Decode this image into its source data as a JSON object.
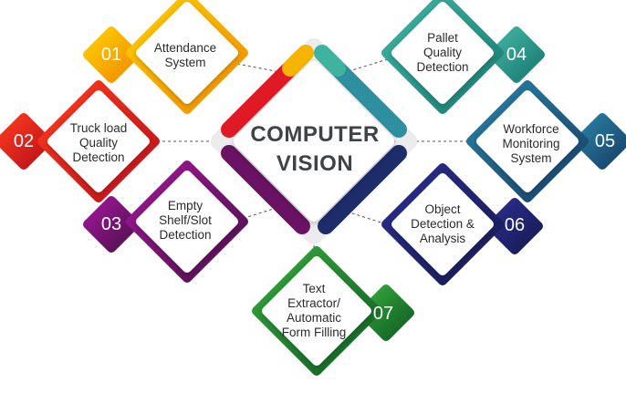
{
  "title_lines": [
    "COMPUTER",
    "VISION"
  ],
  "nodes": [
    {
      "number": "01",
      "lines": [
        "Attendance",
        "System"
      ],
      "color_light": "#ffd000",
      "color_dark": "#f08a00"
    },
    {
      "number": "02",
      "lines": [
        "Truck load",
        "Quality",
        "Detection"
      ],
      "color_light": "#ff3b1e",
      "color_dark": "#b8101a"
    },
    {
      "number": "03",
      "lines": [
        "Empty",
        "Shelf/Slot",
        "Detection"
      ],
      "color_light": "#a0189a",
      "color_dark": "#4e0f4c"
    },
    {
      "number": "04",
      "lines": [
        "Pallet",
        "Quality",
        "Detection"
      ],
      "color_light": "#43b5a4",
      "color_dark": "#187a70"
    },
    {
      "number": "05",
      "lines": [
        "Workforce",
        "Monitoring",
        "System"
      ],
      "color_light": "#2a82a6",
      "color_dark": "#173f68"
    },
    {
      "number": "06",
      "lines": [
        "Object",
        "Detection &",
        "Analysis"
      ],
      "color_light": "#2a2e8c",
      "color_dark": "#181a55"
    },
    {
      "number": "07",
      "lines": [
        "Text",
        "Extractor/",
        "Automatic",
        "Form Filling"
      ],
      "color_light": "#36a93c",
      "color_dark": "#0f5d23"
    }
  ]
}
